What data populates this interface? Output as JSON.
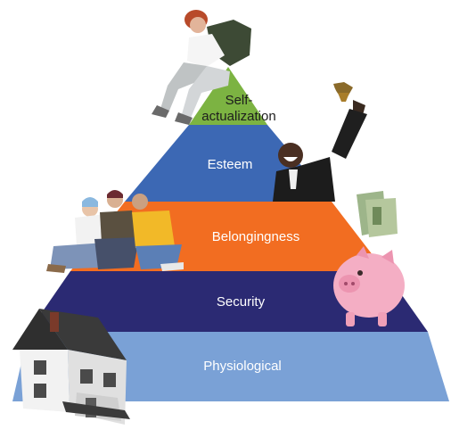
{
  "levels": [
    {
      "id": "self-actualization",
      "lines": [
        "Self-",
        "actualization"
      ],
      "color": "#7cb342",
      "text_color": "#1d1d1d"
    },
    {
      "id": "esteem",
      "lines": [
        "Esteem"
      ],
      "color": "#3c68b4",
      "text_color": "#ffffff"
    },
    {
      "id": "belongingness",
      "lines": [
        "Belongingness"
      ],
      "color": "#f26d21",
      "text_color": "#ffffff"
    },
    {
      "id": "security",
      "lines": [
        "Security"
      ],
      "color": "#2b2a73",
      "text_color": "#ffffff"
    },
    {
      "id": "physiological",
      "lines": [
        "Physiological"
      ],
      "color": "#7aa1d6",
      "text_color": "#ffffff"
    }
  ],
  "photos": [
    {
      "id": "jumping-hiker",
      "subject": "person with backpack sitting in mid-air"
    },
    {
      "id": "trophy-winner",
      "subject": "man raising a trophy"
    },
    {
      "id": "friends-group",
      "subject": "group of three friends sitting together"
    },
    {
      "id": "piggy-bank",
      "subject": "pink piggy bank with dollar bills"
    },
    {
      "id": "house",
      "subject": "two-storey house"
    }
  ]
}
